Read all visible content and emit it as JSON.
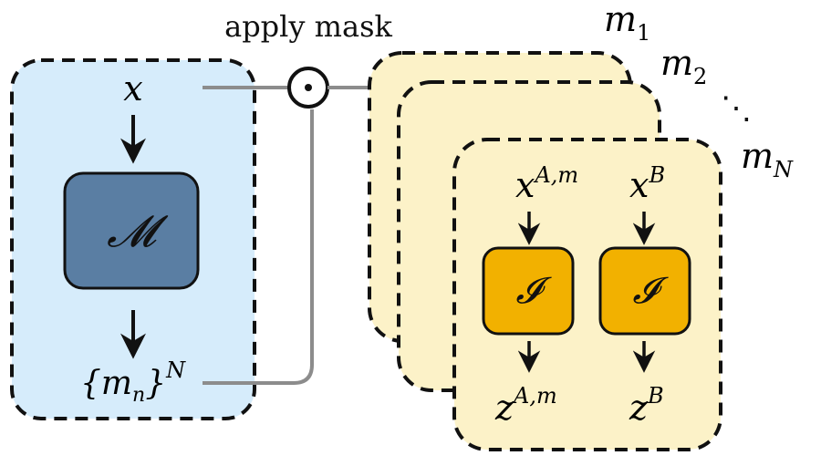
{
  "labels": {
    "apply_mask": "apply mask",
    "odot": "⊙",
    "ellipsis": "⋱"
  },
  "left_panel": {
    "input": "x",
    "model": "𝓜",
    "masks_set": "{m",
    "masks_sub": "n",
    "masks_close": "}",
    "masks_sup": "N"
  },
  "mask_labels": {
    "m1": "m",
    "m1_sub": "1",
    "m2": "m",
    "m2_sub": "2",
    "mN": "m",
    "mN_sub": "N"
  },
  "front_card": {
    "input_a": "x",
    "input_a_sup": "A,m",
    "input_b": "x",
    "input_b_sup": "B",
    "encoder_a": "𝓘",
    "encoder_b": "𝓘",
    "output_a": "z",
    "output_a_sup": "A,m",
    "output_b": "z",
    "output_b_sup": "B"
  },
  "colors": {
    "left_panel_fill": "#d6ecfb",
    "model_fill": "#5a7ea3",
    "card_fill": "#fcf2c8",
    "encoder_fill": "#f2b100",
    "connector": "#888888",
    "stroke": "#111111"
  }
}
